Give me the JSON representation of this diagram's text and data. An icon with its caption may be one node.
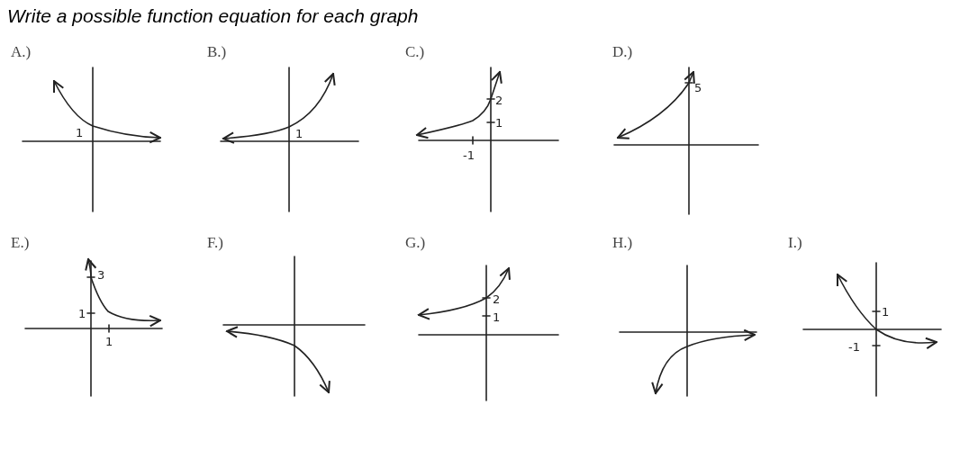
{
  "diagram": {
    "title": "Write a possible function equation for each graph",
    "labels": [
      "A.)",
      "1",
      "B.)",
      "1",
      "C.)",
      "2",
      "1",
      "-1",
      "D.)",
      "5",
      "E.)",
      "3",
      "1",
      "1",
      "F.)",
      "G.)",
      "2",
      "1",
      "H.)",
      "I.)",
      "1",
      "-1"
    ]
  }
}
